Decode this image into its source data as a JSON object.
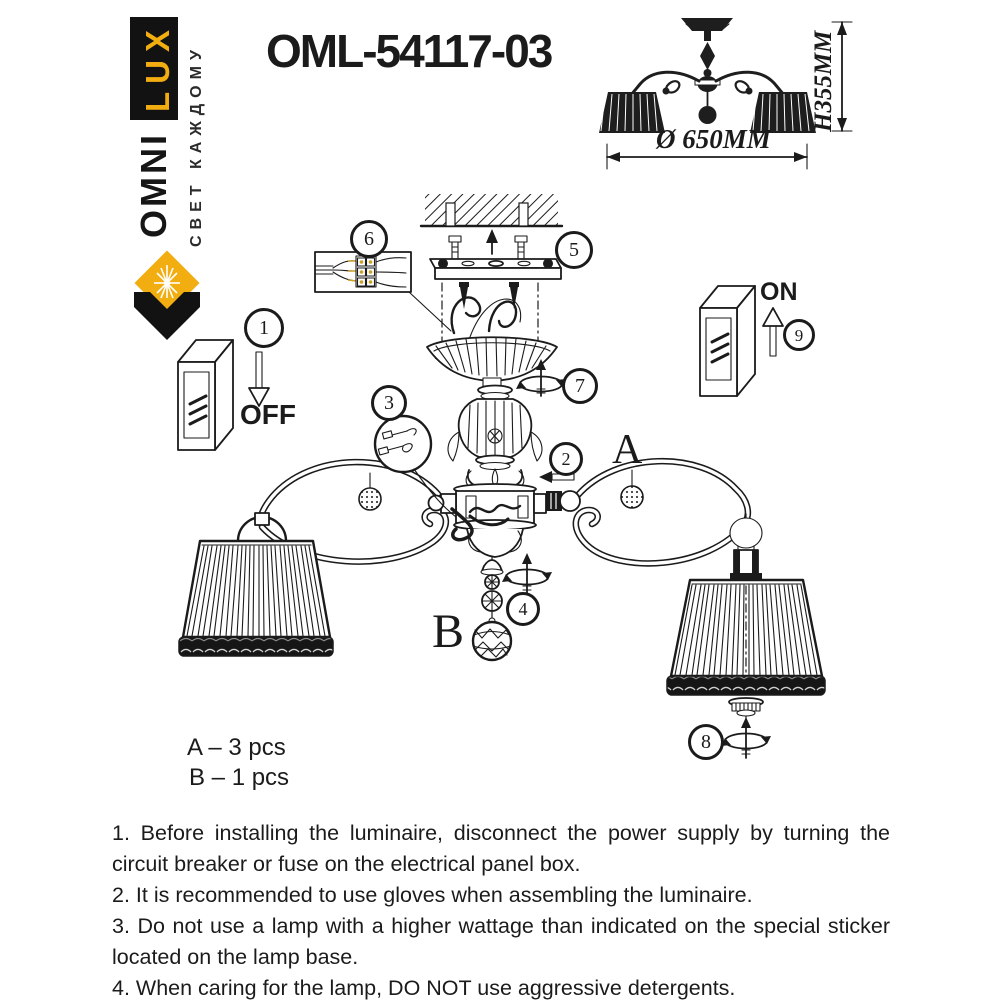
{
  "title": "OML-54117-03",
  "logo": {
    "brand_top": "LUX",
    "brand_bottom": "OMNI",
    "tagline": "СВЕТ КАЖДОМУ"
  },
  "dimensions": {
    "diameter": "Ø 650MM",
    "height": "H355MM"
  },
  "switches": {
    "off": "OFF",
    "on": "ON"
  },
  "steps": [
    "1",
    "2",
    "3",
    "4",
    "5",
    "6",
    "7",
    "8",
    "9"
  ],
  "parts": {
    "arm_label": "A",
    "pendant_label": "B",
    "arm_count": "A – 3 pcs",
    "pendant_count": "B – 1 pcs"
  },
  "instructions": [
    "1. Before installing the luminaire, disconnect the power supply by turning the circuit breaker or fuse on the electrical panel box.",
    "2. It is recommended to use gloves when assembling the luminaire.",
    "3. Do not use a lamp with a higher wattage than indicated on the special sticker located on the lamp base.",
    "4. When caring for the lamp, DO NOT use aggressive detergents."
  ],
  "theme": {
    "gold": "#F2AE11",
    "ink": "#1b1b1b",
    "paper": "#ffffff",
    "shade": "#1e1e1e",
    "terminal_screw_gold": "#C9A227"
  }
}
